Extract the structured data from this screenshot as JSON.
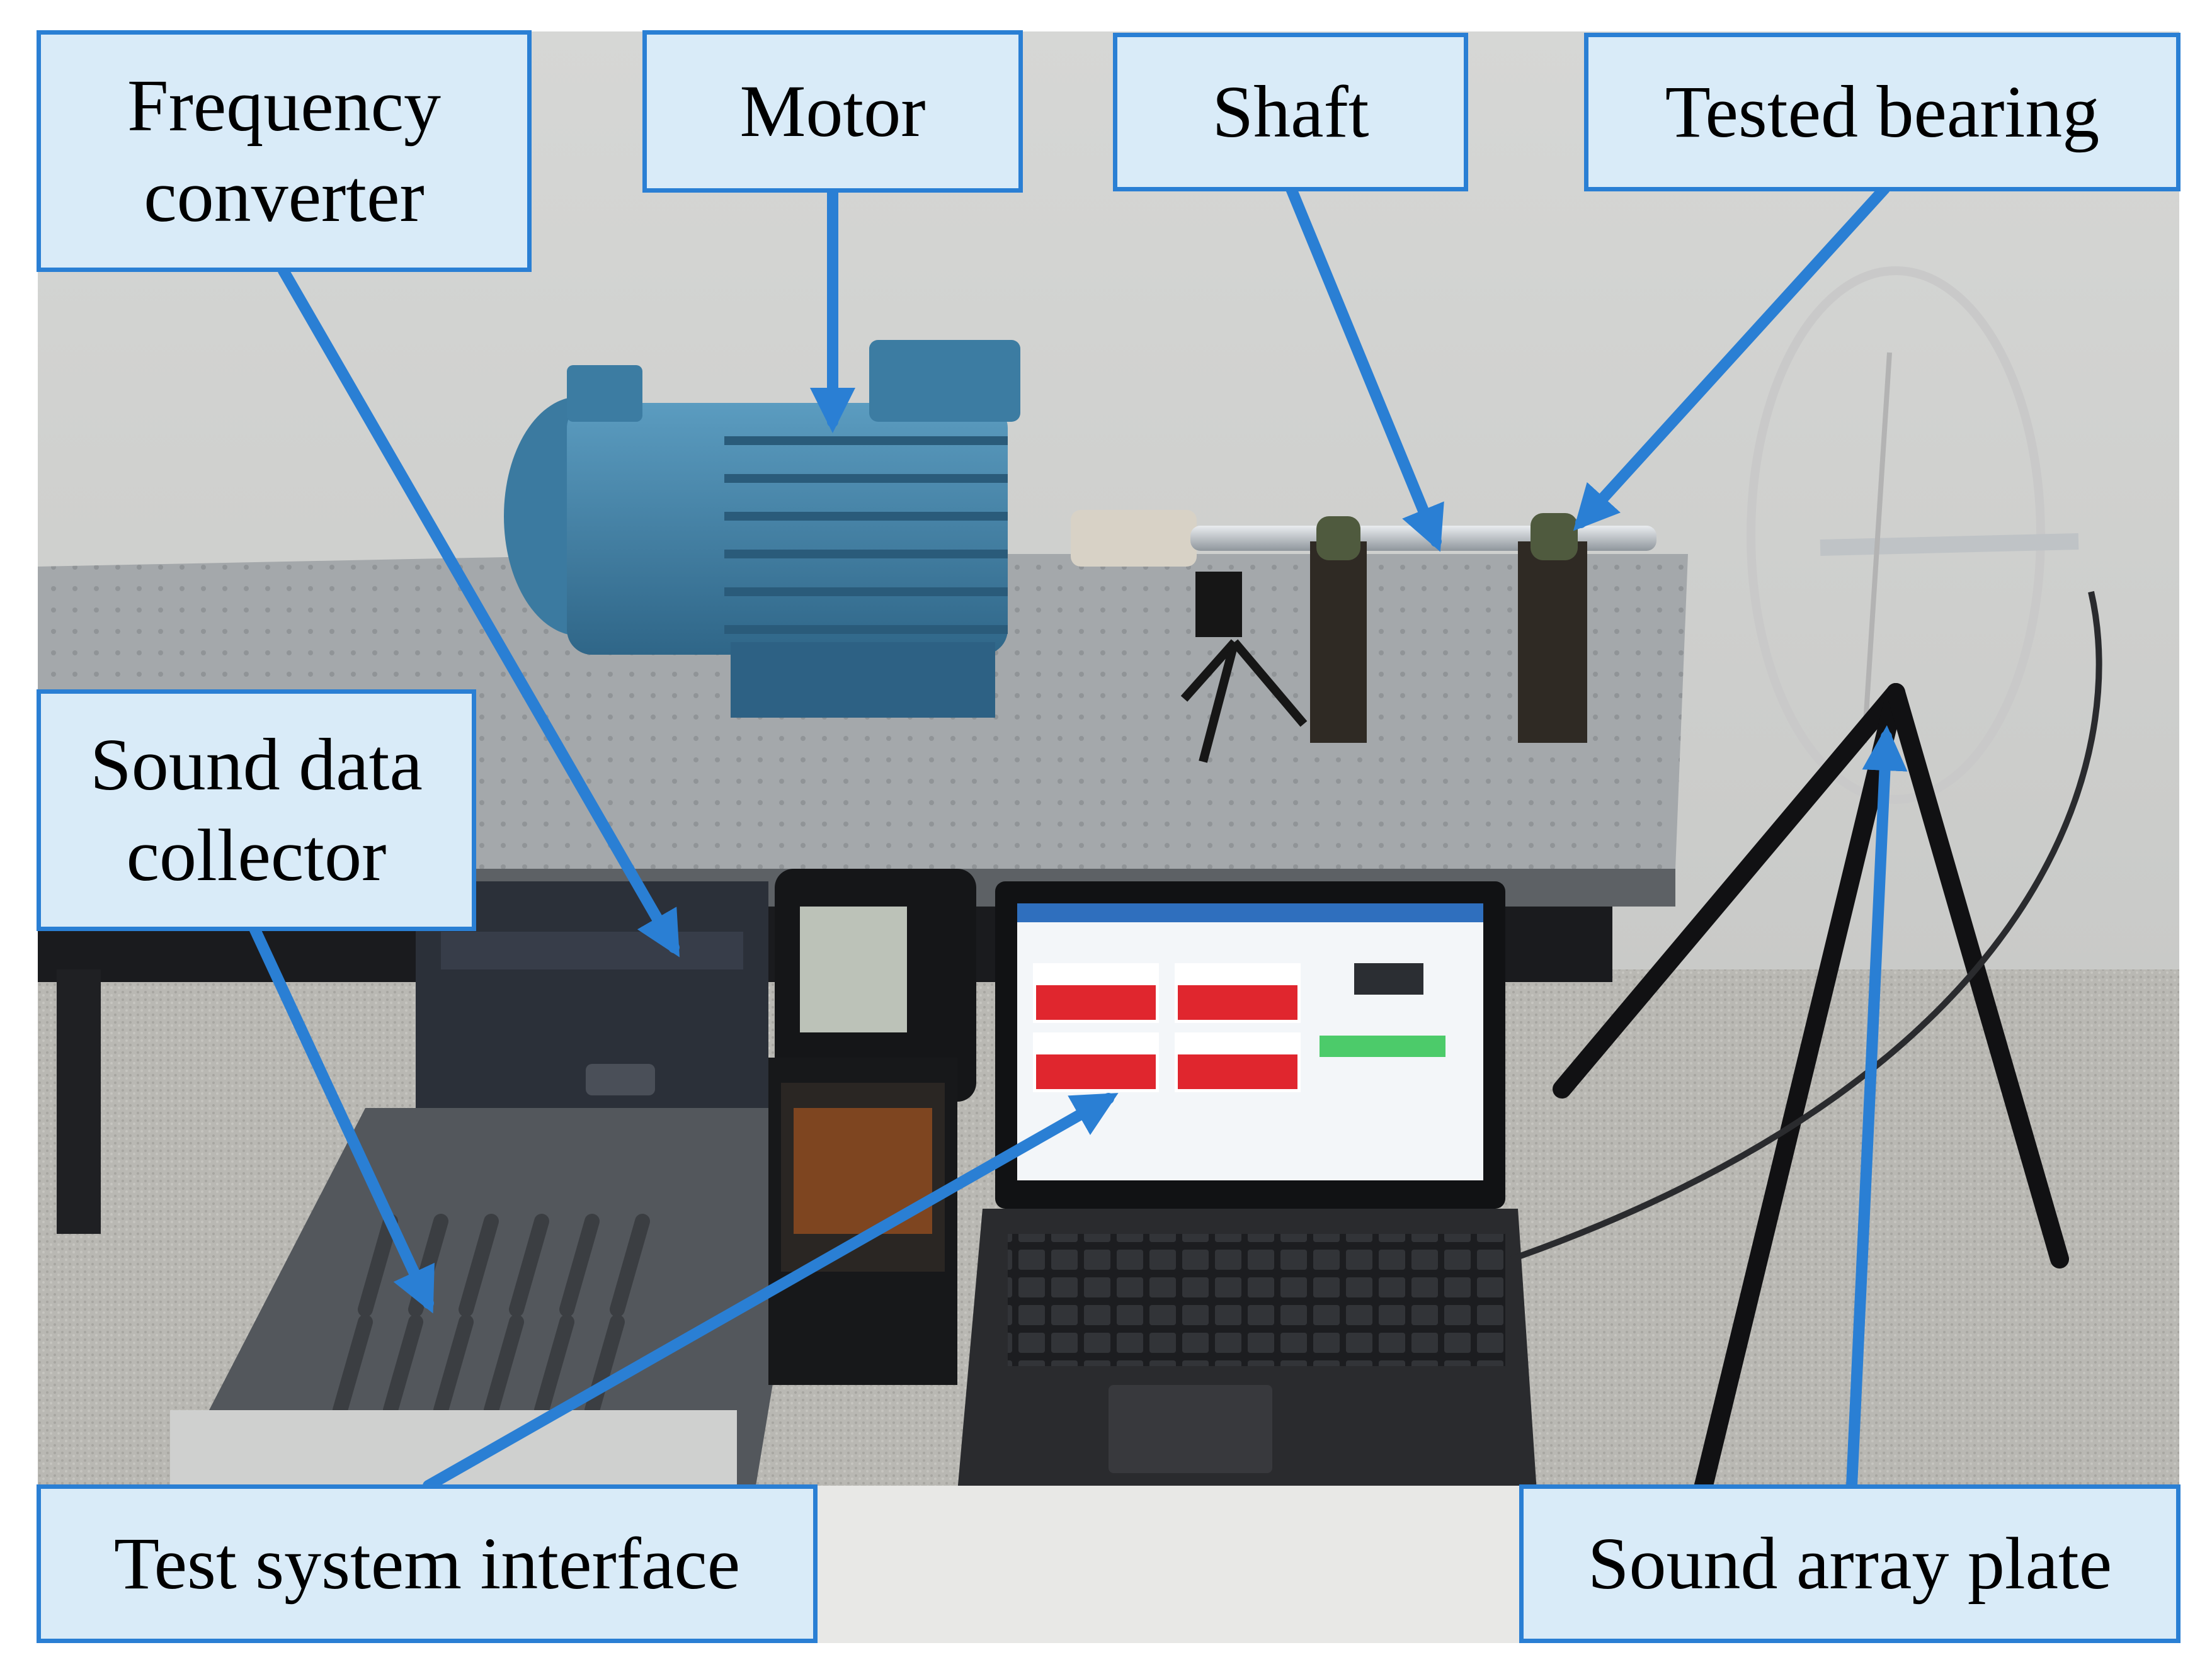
{
  "labels": {
    "frequency_converter": {
      "line1": "Frequency",
      "line2": "converter"
    },
    "motor": "Motor",
    "shaft": "Shaft",
    "tested_bearing": "Tested bearing",
    "sound_data_collector": {
      "line1": "Sound data",
      "line2": "collector"
    },
    "test_system_interface": "Test system interface",
    "sound_array_plate": "Sound array plate"
  },
  "colors": {
    "callout_fill": "#d9ebf8",
    "callout_border": "#2a7fd4",
    "arrow": "#2a7fd4",
    "waveform": "#e0262e",
    "motor_blue": "#3f7fa3"
  }
}
